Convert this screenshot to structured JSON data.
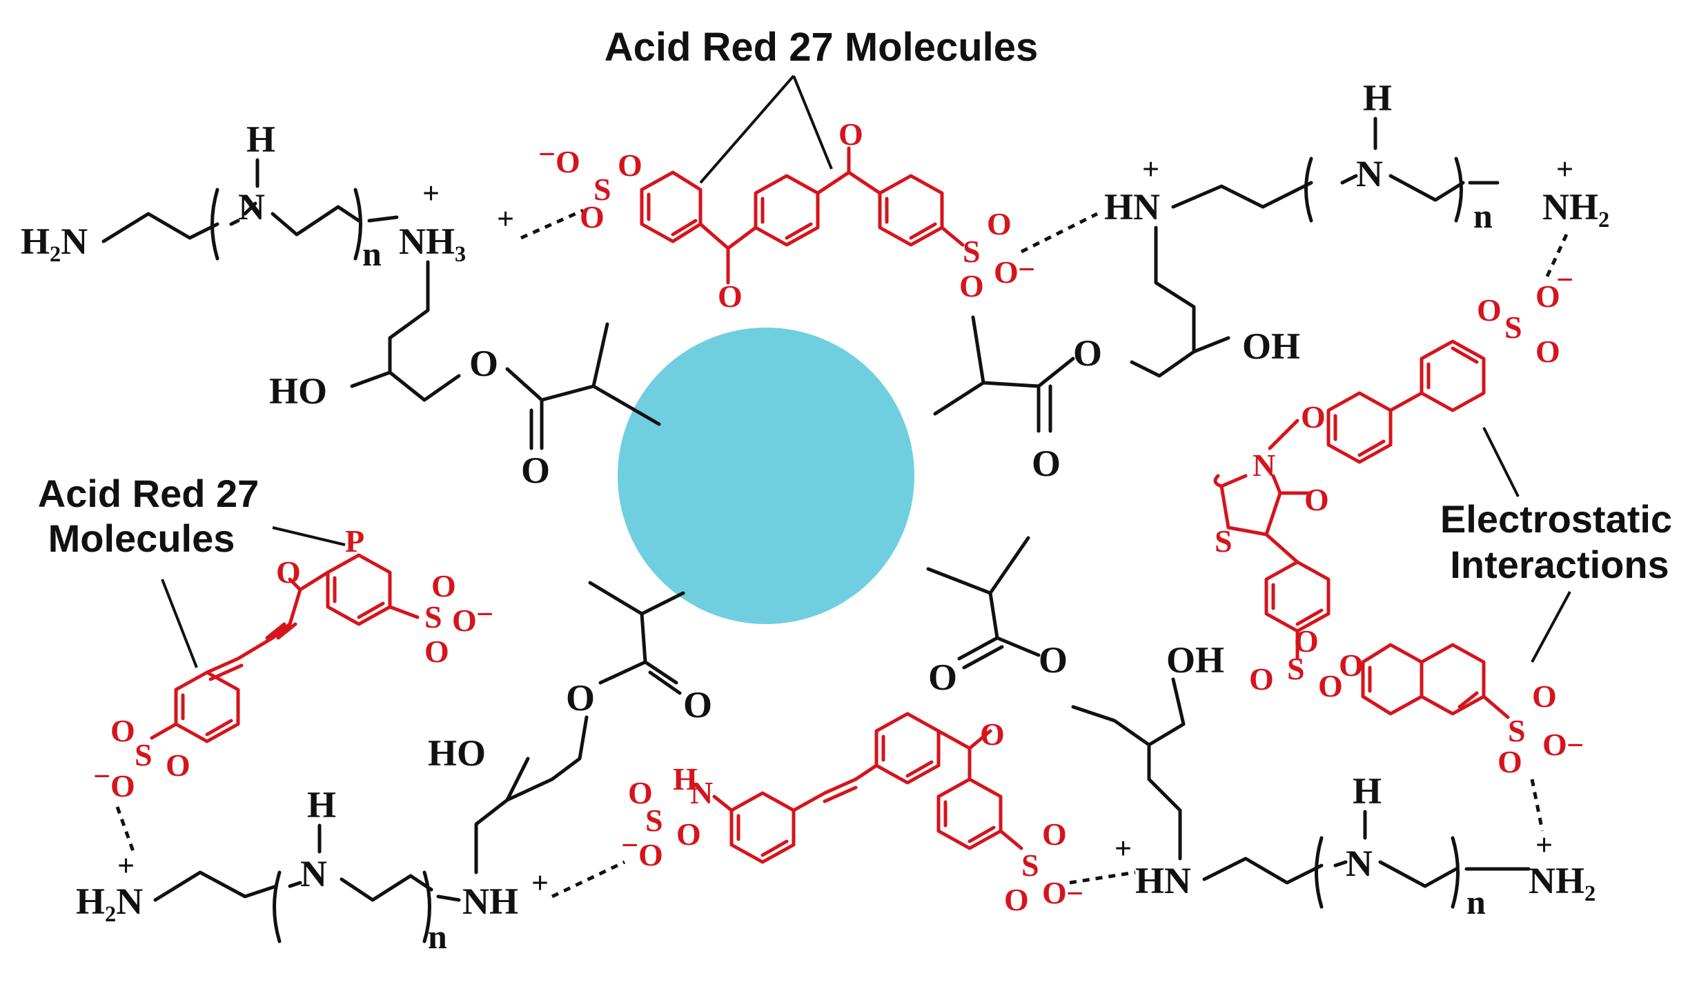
{
  "colors": {
    "nanoparticle": "#6fcfe0",
    "dye": "#d6141c",
    "polymer": "#111111",
    "background": "#ffffff"
  },
  "labels": {
    "top_dye": "Acid Red 27 Molecules",
    "left_dye_line1": "Acid Red 27",
    "left_dye_line2": "Molecules",
    "right_line1": "Electrostatic",
    "right_line2": "Interactions"
  },
  "atoms": {
    "h2n": "H₂N",
    "nh3": "NH₃",
    "nh2": "NH₂",
    "nh": "NH",
    "hn": "HN",
    "n": "N",
    "h": "H",
    "o": "O",
    "s": "S",
    "p": "P",
    "ho": "HO",
    "oh": "OH",
    "plus": "+",
    "minus": "−",
    "repeat": "n"
  }
}
